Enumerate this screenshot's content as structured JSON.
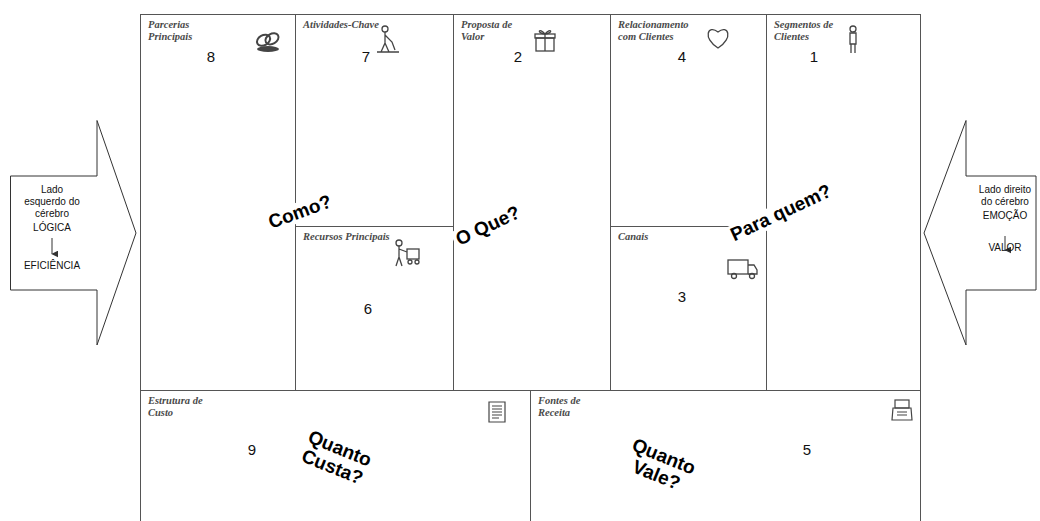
{
  "diagram": {
    "nodes": [
      {
        "text": [
          "Parcerias Principais",
          "8"
        ]
      },
      {
        "text": [
          "Atividades-Chave",
          "7"
        ]
      },
      {
        "text": [
          "Proposta de Valor",
          "2"
        ]
      },
      {
        "text": [
          "Relacionamento com Clientes",
          "4"
        ]
      },
      {
        "text": [
          "Segmentos de Clientes",
          "1"
        ]
      },
      {
        "text": [
          "Recursos Principais",
          "6"
        ]
      },
      {
        "text": [
          "Canais",
          "3"
        ]
      },
      {
        "text": [
          "Estrutura de Custo",
          "9"
        ]
      },
      {
        "text": [
          "Fontes de Receita",
          "5"
        ]
      },
      {
        "text": [
          "Lado esquerdo do cérebro",
          "LÓGICA",
          "EFICIÊNCIA"
        ]
      },
      {
        "text": [
          "Lado direito do cérebro",
          "EMOÇÃO",
          "VALOR"
        ]
      }
    ],
    "labels": [
      "Como?",
      "O Que?",
      "Para quem?",
      "Quanto Custa?",
      "Quanto Vale?"
    ]
  }
}
